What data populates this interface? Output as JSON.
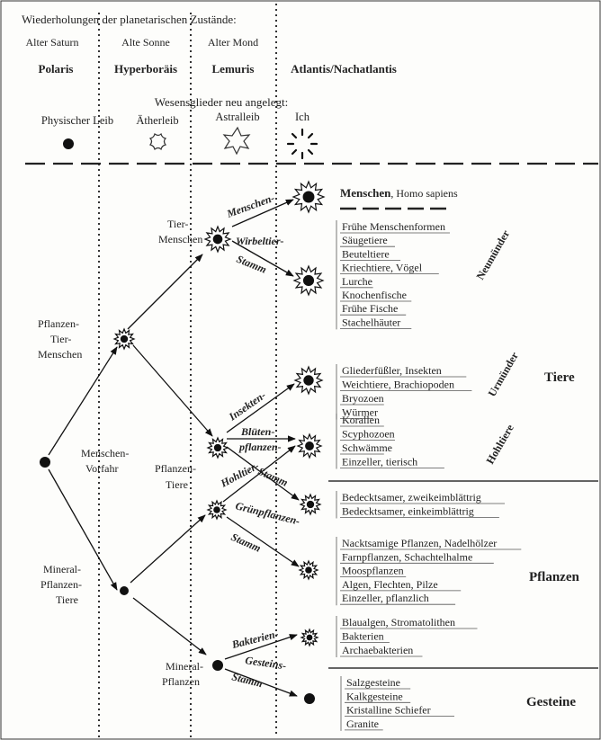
{
  "header": {
    "title": "Wiederholungen der planetarischen Zustände:",
    "states": [
      "Alter Saturn",
      "Alte Sonne",
      "Alter Mond"
    ],
    "epochs": [
      "Polaris",
      "Hyperboräis",
      "Lemuris",
      "Atlantis/Nachatlantis"
    ],
    "members_title": "Wesensglieder neu angelegt:",
    "members": [
      "Physischer Leib",
      "Ätherleib",
      "Astralleib",
      "Ich"
    ]
  },
  "stages": {
    "tier_menschen": "Tier-\nMenschen",
    "pflanzen_tier_menschen": "Pflanzen-\nTier-\nMenschen",
    "menschen_vorfahr": "Menschen-\nVorfahr",
    "pflanzen_tiere": "Pflanzen-\nTiere",
    "mineral_pflanzen_tiere": "Mineral-\nPflanzen-\nTiere",
    "mineral_pflanzen": "Mineral-\nPflanzen"
  },
  "branches": {
    "menschen": "Menschen-",
    "wirbeltier": "Wirbeltier-",
    "stamm1": "Stamm",
    "insekten": "Insekten-",
    "bluetenpflanzen": "Blüten-\npflanzen-",
    "hohltier": "Hohltier-",
    "stamm2": "Stamm",
    "gruenpflanzen": "Grünpflanzen-",
    "stamm3": "Stamm",
    "bakterien": "Bakterien-",
    "gesteins": "Gesteins-",
    "stamm4": "Stamm"
  },
  "groups": {
    "menschen_bold": "Menschen",
    "menschen_rest": ", Homo sapiens",
    "wirbeltiere": [
      "Frühe Menschenformen",
      "Säugetiere",
      "Beuteltiere",
      "Kriechtiere, Vögel",
      "Lurche",
      "Knochenfische",
      "Frühe Fische",
      "Stachelhäuter"
    ],
    "urmuender": [
      "Gliederfüßler, Insekten",
      "Weichtiere, Brachiopoden",
      "Bryozoen",
      "Würmer"
    ],
    "hohltiere": [
      "Korallen",
      "Scyphozoen",
      "Schwämme",
      "Einzeller, tierisch"
    ],
    "bedecktsamer": [
      "Bedecktsamer, zweikeimblättrig",
      "Bedecktsamer, einkeimblättrig"
    ],
    "pflanzen": [
      "Nacktsamige Pflanzen, Nadelhölzer",
      "Farnpflanzen, Schachtelhalme",
      "Moospflanzen",
      "Algen, Flechten, Pilze",
      "Einzeller, pflanzlich"
    ],
    "bakterien": [
      "Blaualgen, Stromatolithen",
      "Bakterien",
      "Archaebakterien"
    ],
    "gesteine": [
      "Salzgesteine",
      "Kalkgesteine",
      "Kristalline Schiefer",
      "Granite"
    ]
  },
  "side_labels": {
    "neumuender": "Neumünder",
    "urmuender": "Urmünder",
    "hohltiere": "Hohltiere",
    "tiere": "Tiere",
    "pflanzen": "Pflanzen",
    "gesteine": "Gesteine"
  },
  "icons": [
    "dot-icon",
    "flower-outline-icon",
    "star-outline-icon",
    "sunburst-icon",
    "starburst-node-icon"
  ]
}
